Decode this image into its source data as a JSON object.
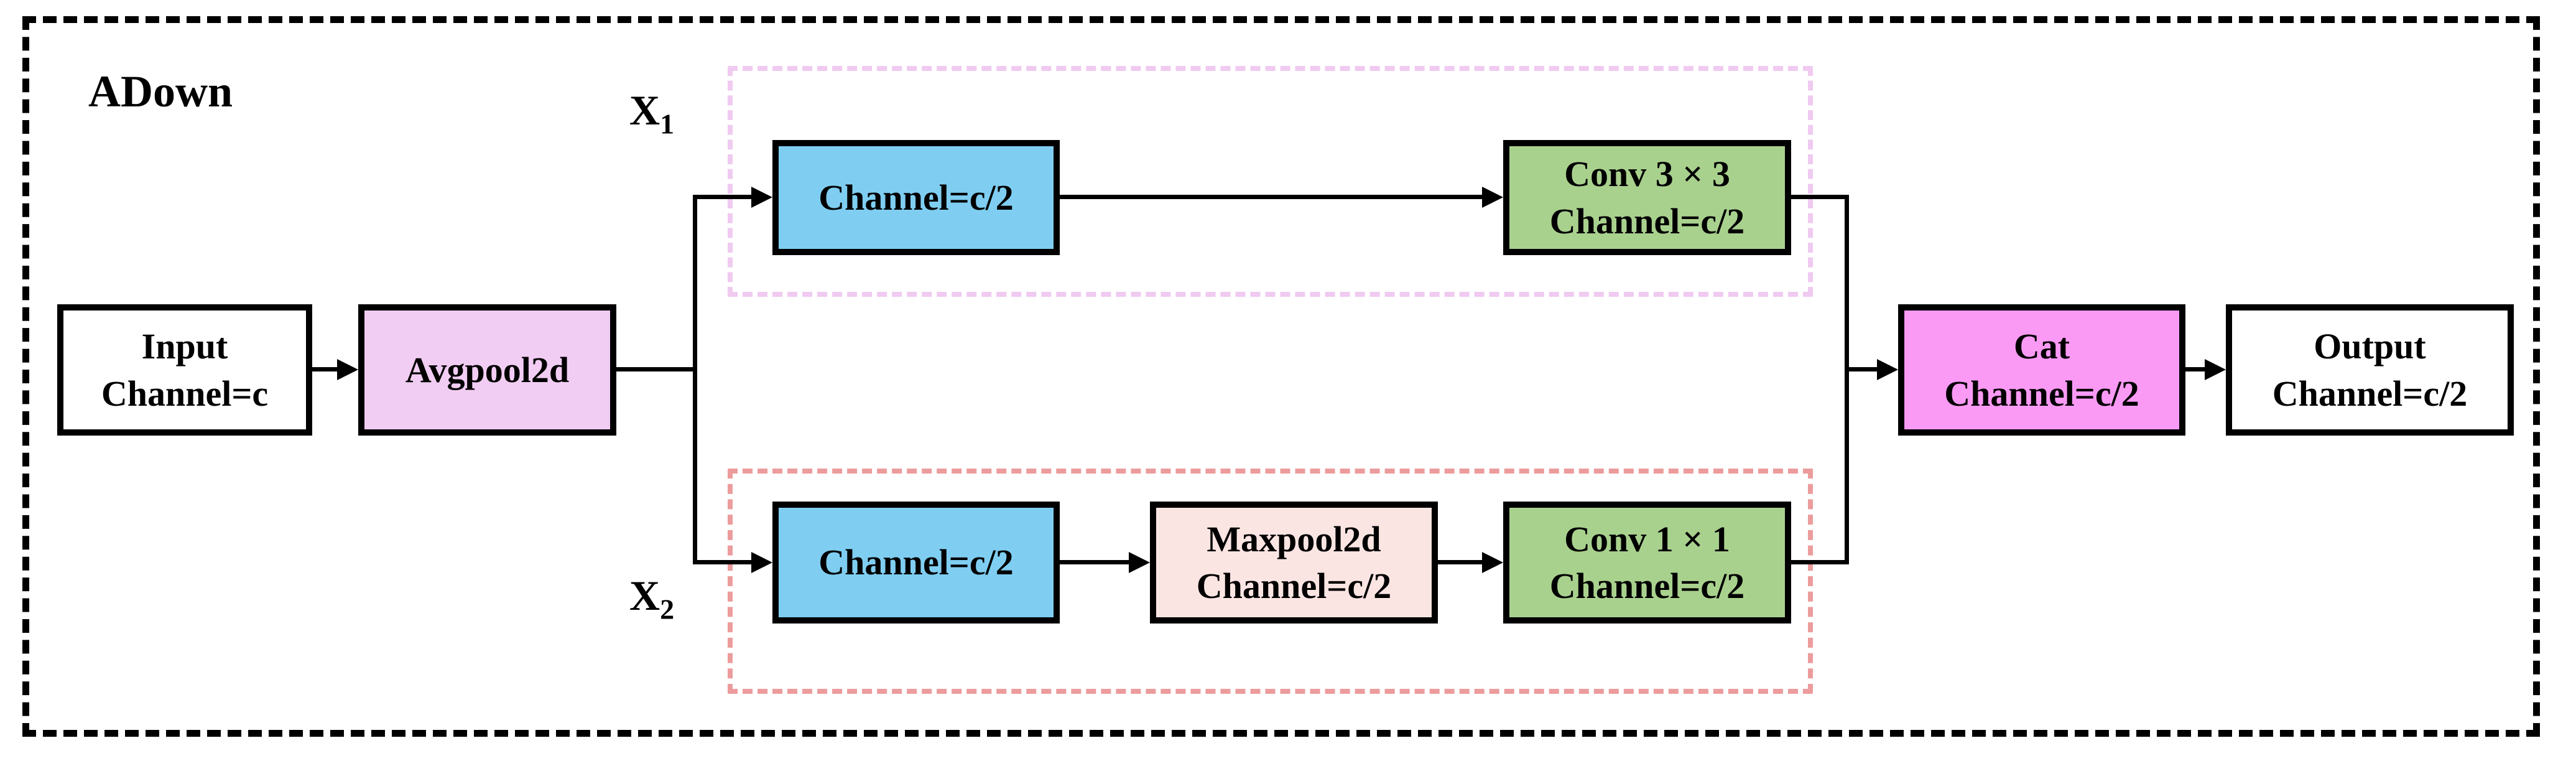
{
  "title": "ADown",
  "branches": {
    "b1": {
      "label_base": "X",
      "label_sub": "1"
    },
    "b2": {
      "label_base": "X",
      "label_sub": "2"
    }
  },
  "nodes": {
    "input": {
      "line1": "Input",
      "line2": "Channel=c"
    },
    "avgpool": {
      "line1": "Avgpool2d"
    },
    "b1_channel": {
      "line1": "Channel=c/2"
    },
    "conv3x3": {
      "line1": "Conv 3 × 3",
      "line2": "Channel=c/2"
    },
    "b2_channel": {
      "line1": "Channel=c/2"
    },
    "maxpool": {
      "line1": "Maxpool2d",
      "line2": "Channel=c/2"
    },
    "conv1x1": {
      "line1": "Conv 1 × 1",
      "line2": "Channel=c/2"
    },
    "cat": {
      "line1": "Cat",
      "line2": "Channel=c/2"
    },
    "output": {
      "line1": "Output",
      "line2": "Channel=c/2"
    }
  },
  "colors": {
    "node_white": "#FFFFFF",
    "node_lavender": "#F2CDF3",
    "node_blue": "#7FCEF2",
    "node_green": "#A9D18E",
    "node_pink": "#FBE5E3",
    "node_magenta": "#FB9AF5",
    "branch1_dash": "#F0CAF1",
    "branch2_dash": "#EC9C9C",
    "outer_dash": "#000000",
    "edge": "#000000",
    "text": "#000000"
  }
}
